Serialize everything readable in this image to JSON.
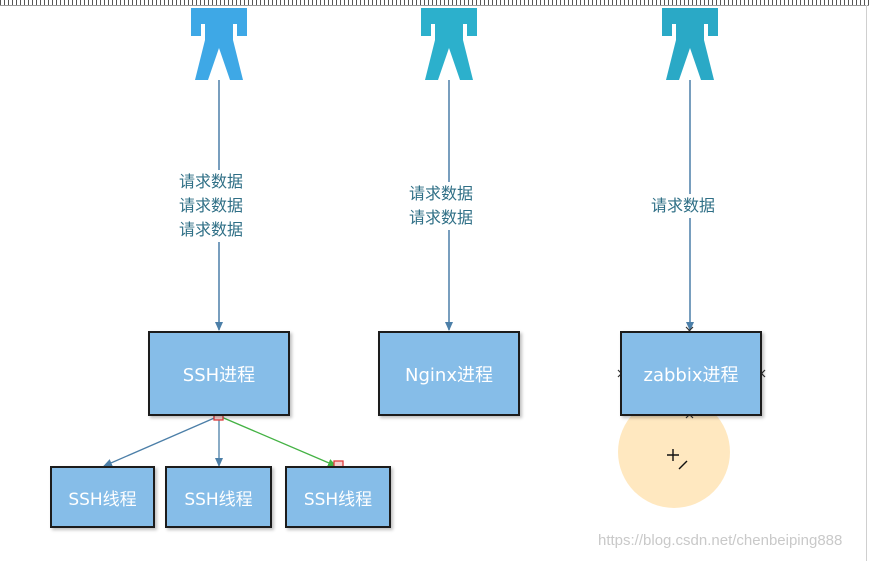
{
  "colors": {
    "person_left": "#3ea8e6",
    "person_middle": "#2cb0cc",
    "person_right": "#2aa9c6",
    "box_fill": "#86bde8",
    "connector": "#4c7fa8",
    "connector_selected": "#44b244",
    "handle_red": "#e03c3c",
    "label_text": "#2f6f86"
  },
  "columns": [
    {
      "person_icon": "person-icon",
      "request_labels": [
        "请求数据",
        "请求数据",
        "请求数据"
      ],
      "process": "SSH进程"
    },
    {
      "person_icon": "person-icon",
      "request_labels": [
        "请求数据",
        "请求数据"
      ],
      "process": "Nginx进程"
    },
    {
      "person_icon": "person-icon",
      "request_labels": [
        "请求数据"
      ],
      "process": "zabbix进程"
    }
  ],
  "threads": [
    "SSH线程",
    "SSH线程",
    "SSH线程"
  ],
  "watermark": "https://blog.csdn.net/chenbeiping888"
}
